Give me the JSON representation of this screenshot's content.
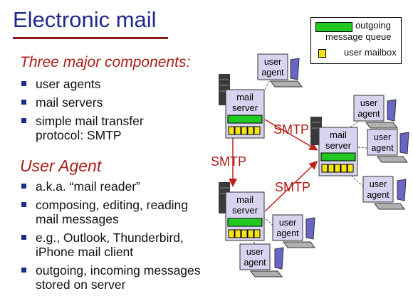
{
  "title": "Electronic mail",
  "section1": {
    "heading": "Three major components:",
    "bullets": [
      "user agents",
      "mail servers",
      "simple mail transfer protocol: SMTP"
    ]
  },
  "section2": {
    "heading": "User Agent",
    "bullets": [
      "a.k.a. “mail reader”",
      "composing, editing, reading mail messages",
      "e.g., Outlook, Thunderbird, iPhone mail client",
      "outgoing, incoming messages stored on server"
    ]
  },
  "legend": {
    "queue_label_line1": "outgoing",
    "queue_label_line2": "message queue",
    "mailbox_label": "user mailbox"
  },
  "diagram": {
    "mail_server_label_line1": "mail",
    "mail_server_label_line2": "server",
    "user_agent_label_line1": "user",
    "user_agent_label_line2": "agent",
    "smtp_label": "SMTP"
  },
  "colors": {
    "title": "#1f2a8a",
    "heading": "#a8201a",
    "server_box": "#d8d4f0",
    "queue": "#22c822",
    "mailbox": "#f4e418",
    "arrow": "#c0201a"
  }
}
